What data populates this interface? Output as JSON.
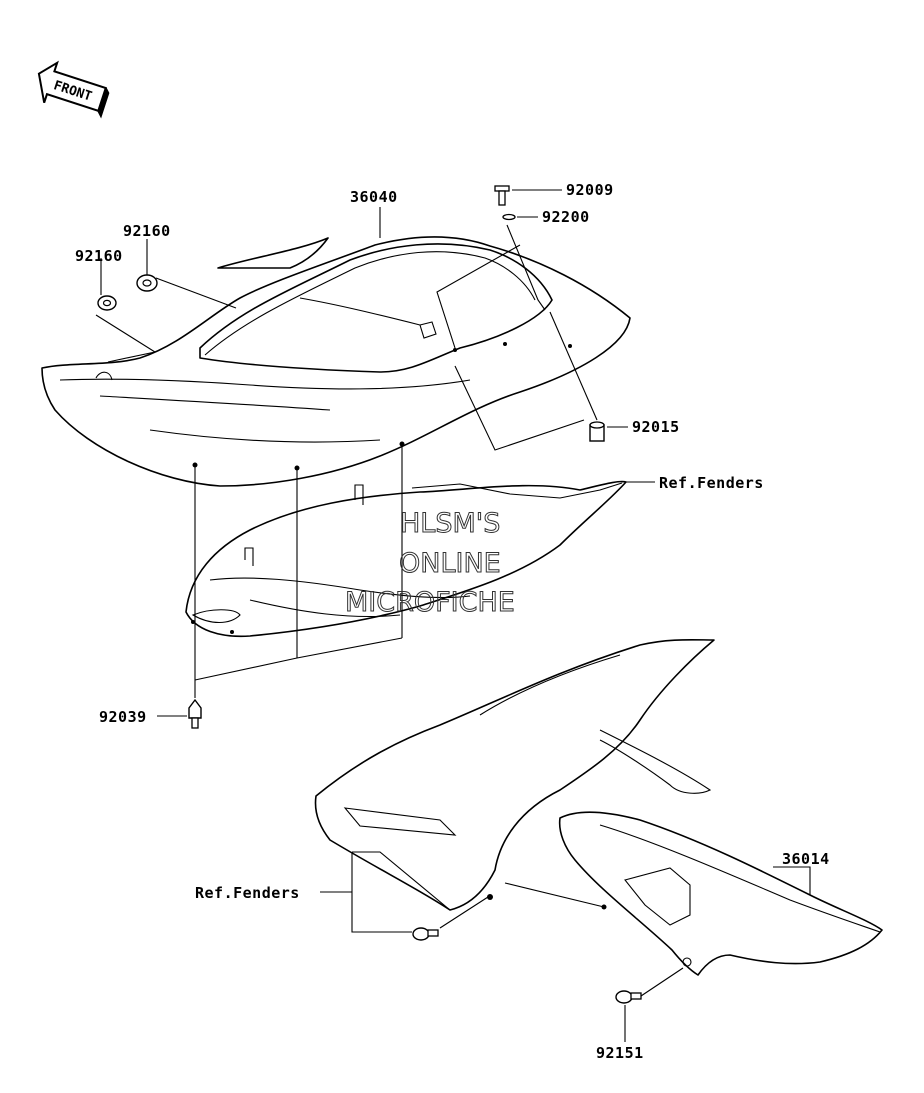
{
  "watermark": {
    "line1": "HLSM'S",
    "line2": "ONLINE",
    "line3": "MICROFICHE"
  },
  "front_arrow": {
    "label": "FRONT"
  },
  "callouts": {
    "p36040": "36040",
    "p92009": "92009",
    "p92200": "92200",
    "p92160a": "92160",
    "p92160b": "92160",
    "p92015": "92015",
    "ref_fenders_upper": "Ref.Fenders",
    "p92039": "92039",
    "p36014": "36014",
    "ref_fenders_lower": "Ref.Fenders",
    "p92151": "92151"
  }
}
